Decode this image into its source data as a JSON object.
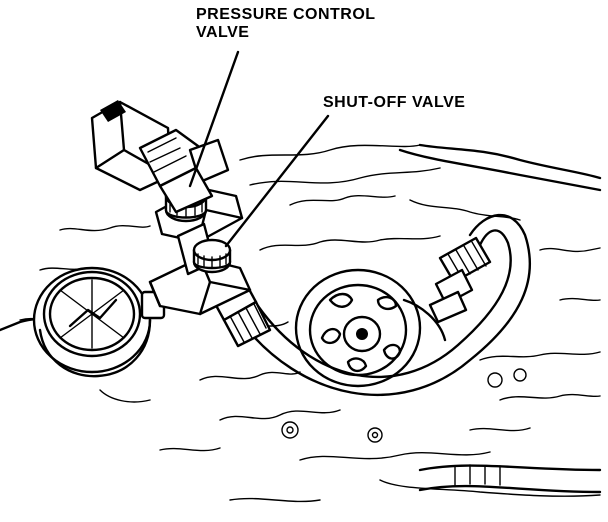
{
  "callouts": {
    "pressure_control_valve": [
      "PRESSURE CONTROL",
      "VALVE"
    ],
    "shut_off_valve": "SHUT-OFF VALVE"
  },
  "colors": {
    "ink": "#000000",
    "paper": "#ffffff"
  }
}
